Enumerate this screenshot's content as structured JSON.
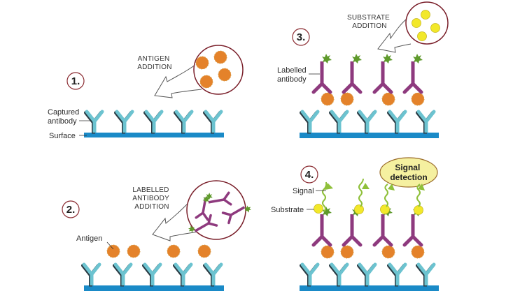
{
  "colors": {
    "surface": "#1a8ac7",
    "captured_antibody": "#6cc3d0",
    "captured_antibody_shadow": "#2a3b44",
    "labelled_antibody": "#8e3a7e",
    "label_tag": "#5f9a2c",
    "antigen": "#e4822a",
    "substrate": "#f2e82a",
    "signal": "#8fc03a",
    "inset_ring": "#7a1f2a",
    "signal_box": "#f5f0a0",
    "signal_box_border": "#9a6b2a"
  },
  "panels": [
    {
      "step": "1.",
      "caption_lines": [
        "ANTIGEN",
        "ADDITION"
      ],
      "labels": {
        "captured_antibody_lines": [
          "Captured",
          "antibody"
        ],
        "surface": "Surface"
      },
      "inset": "antigens"
    },
    {
      "step": "2.",
      "caption_lines": [
        "LABELLED",
        "ANTIBODY",
        "ADDITION"
      ],
      "labels": {
        "antigen": "Antigen"
      },
      "inset": "labelled-antibodies"
    },
    {
      "step": "3.",
      "caption_lines": [
        "SUBSTRATE",
        "ADDITION"
      ],
      "labels": {
        "labelled_antibody_lines": [
          "Labelled",
          "antibody"
        ]
      },
      "inset": "substrate"
    },
    {
      "step": "4.",
      "labels": {
        "signal": "Signal",
        "substrate": "Substrate"
      },
      "signal_detection_lines": [
        "Signal",
        "detection"
      ]
    }
  ]
}
